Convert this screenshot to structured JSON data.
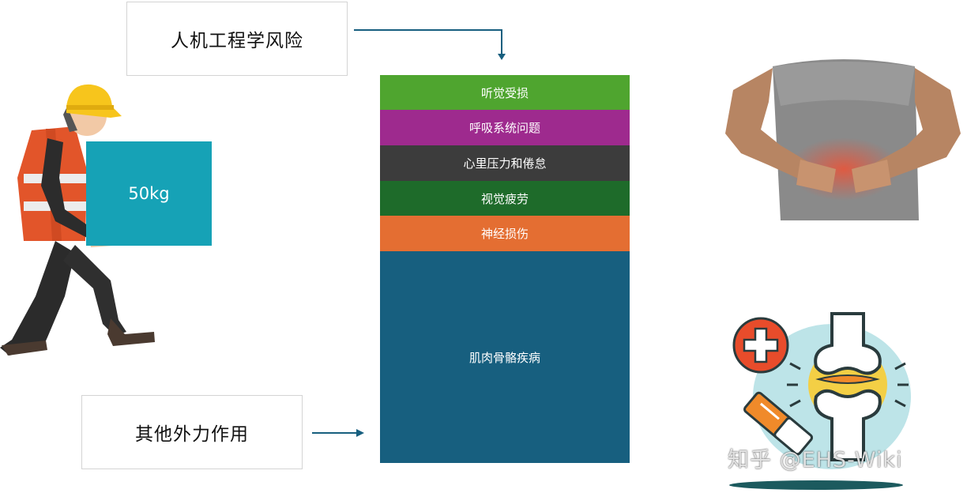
{
  "top_label": "人机工程学风险",
  "bottom_label": "其他外力作用",
  "weight_label": "50kg",
  "stack": {
    "bands": [
      {
        "label": "听觉受损",
        "color": "#4fa52f"
      },
      {
        "label": "呼吸系统问题",
        "color": "#9e2a8e"
      },
      {
        "label": "心里压力和倦怠",
        "color": "#3c3c3c"
      },
      {
        "label": "视觉疲劳",
        "color": "#1e6b2a"
      },
      {
        "label": "神经损伤",
        "color": "#e46e32"
      },
      {
        "label": "肌肉骨骼疾病",
        "color": "#175f7f"
      }
    ]
  },
  "watermark": "知乎 @EHS-Wiki",
  "icons": [
    "worker-lifting-box-illustration",
    "back-pain-photo",
    "joint-bone-icon",
    "medical-cross-icon",
    "bandage-icon"
  ]
}
